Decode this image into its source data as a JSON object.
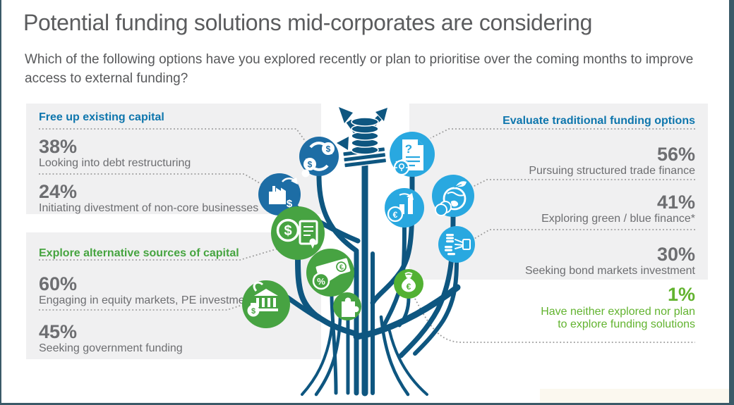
{
  "frame": {
    "title": "Potential funding solutions mid-corporates are considering",
    "subtitle": "Which of the following options have you explored recently or plan to prioritise over the coming months to improve access to external funding?"
  },
  "sections": {
    "free_up": {
      "header": "Free up existing capital",
      "items": [
        {
          "pct": "38%",
          "label": "Looking into debt restructuring"
        },
        {
          "pct": "24%",
          "label": "Initiating divestment of non-core businesses"
        }
      ]
    },
    "explore_alt": {
      "header": "Explore alternative sources of capital",
      "items": [
        {
          "pct": "60%",
          "label": "Engaging in equity markets, PE investments"
        },
        {
          "pct": "45%",
          "label": "Seeking government funding"
        }
      ]
    },
    "evaluate": {
      "header": "Evaluate traditional funding options",
      "items": [
        {
          "pct": "56%",
          "label": "Pursuing structured trade finance"
        },
        {
          "pct": "41%",
          "label": "Exploring green / blue finance*"
        },
        {
          "pct": "30%",
          "label": "Seeking bond markets investment"
        }
      ]
    },
    "neither": {
      "pct": "1%",
      "label_line1": "Have neither explored nor plan",
      "label_line2": "to explore funding solutions"
    }
  },
  "glyphs": {
    "dollar": "$",
    "euro": "€",
    "percent": "%",
    "question": "?"
  },
  "colors": {
    "header_blue": "#0e76ad",
    "header_green": "#46a440",
    "bright_green": "#62b32f",
    "stat_gray": "#6d6e71",
    "panel_gray": "#f0f0f1",
    "circle_dark_blue": "#1d6da5",
    "circle_light_blue": "#29a8e0",
    "circle_green": "#47a342",
    "tree_blue": "#0e5680",
    "frame_border": "#3a5a68"
  },
  "chart_data": {
    "type": "bar",
    "title": "Potential funding solutions mid-corporates are considering",
    "subtitle": "Which of the following options have you explored recently or plan to prioritise over the coming months to improve access to external funding?",
    "unit": "%",
    "legend_position": "none",
    "groups": [
      {
        "category": "Free up existing capital",
        "color": "#1d6da5",
        "items": [
          {
            "label": "Looking into debt restructuring",
            "value": 38
          },
          {
            "label": "Initiating divestment of non-core businesses",
            "value": 24
          }
        ]
      },
      {
        "category": "Explore alternative sources of capital",
        "color": "#47a342",
        "items": [
          {
            "label": "Engaging in equity markets, PE investments",
            "value": 60
          },
          {
            "label": "Seeking government funding",
            "value": 45
          }
        ]
      },
      {
        "category": "Evaluate traditional funding options",
        "color": "#29a8e0",
        "items": [
          {
            "label": "Pursuing structured trade finance",
            "value": 56
          },
          {
            "label": "Exploring green / blue finance*",
            "value": 41
          },
          {
            "label": "Seeking bond markets investment",
            "value": 30
          }
        ]
      },
      {
        "category": "Neither",
        "color": "#62b32f",
        "items": [
          {
            "label": "Have neither explored nor plan to explore funding solutions",
            "value": 1
          }
        ]
      }
    ]
  }
}
